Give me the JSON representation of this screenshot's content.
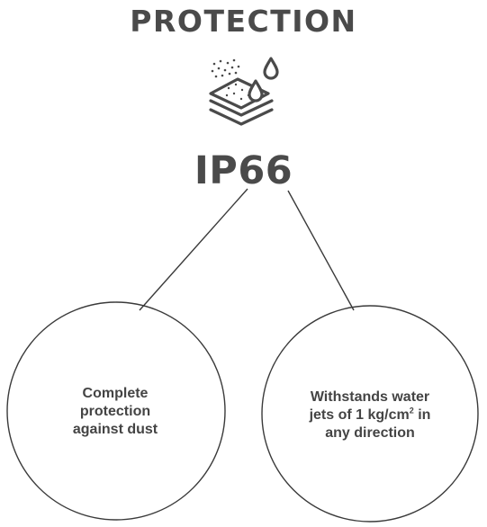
{
  "title": "PROTECTION",
  "rating": "IP66",
  "icon": "dust-and-water-layers-icon",
  "colors": {
    "text": "#444444",
    "lines": "#3a3a3a",
    "background": "#ffffff"
  },
  "nodes": [
    {
      "lines": [
        "Complete",
        "protection",
        "against dust"
      ]
    },
    {
      "line1": "Withstands water",
      "line2_prefix": "jets of 1 kg/cm",
      "line2_sup": "2",
      "line2_suffix": " in",
      "line3": "any direction"
    }
  ]
}
